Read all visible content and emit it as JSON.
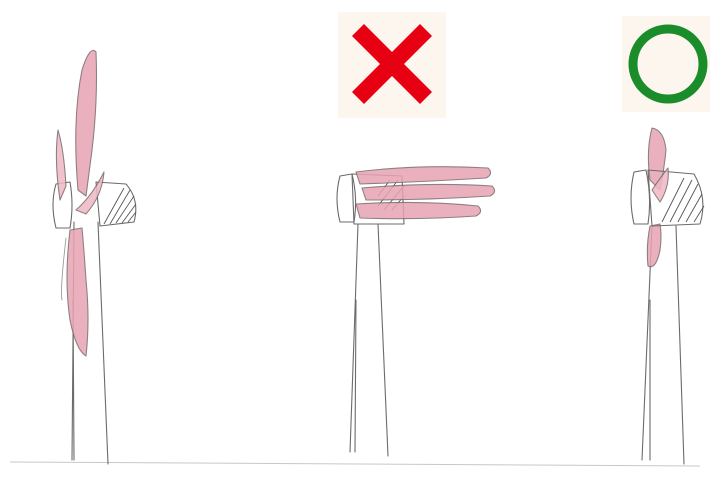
{
  "scene": {
    "background_color": "#ffffff",
    "pencil_color": "#6b6b6b",
    "blade_color": "#e8a3b2"
  },
  "turbines": [
    {
      "id": "operating",
      "description_icon": "wind-turbine-blades-feathered-vertical"
    },
    {
      "id": "incorrect",
      "description_icon": "wind-turbine-blades-feathered-horizontal"
    },
    {
      "id": "correct",
      "description_icon": "wind-turbine-blades-folded-compact"
    }
  ],
  "markers": {
    "cross": {
      "icon": "cross-mark-icon",
      "color": "#e60012",
      "meaning": "wrong"
    },
    "circle": {
      "icon": "circle-mark-icon",
      "color": "#1a8c2a",
      "meaning": "right"
    }
  }
}
